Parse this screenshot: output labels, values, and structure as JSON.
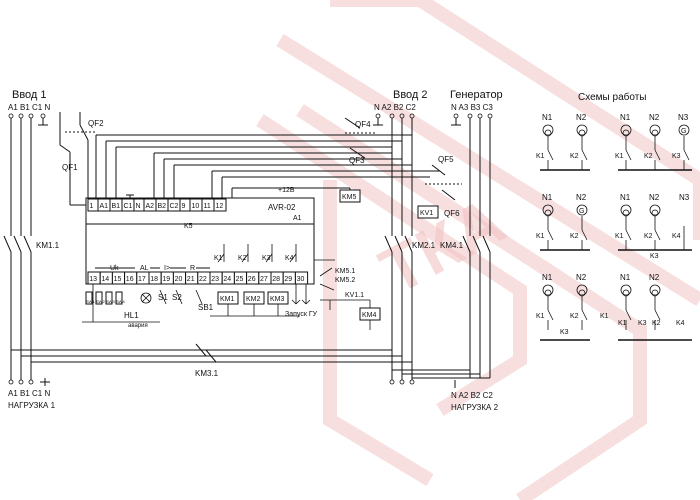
{
  "inputs": {
    "vvod1": {
      "title": "Ввод 1",
      "phases": "A1 B1 C1 N"
    },
    "vvod2": {
      "title": "Ввод 2",
      "phases": "N  A2 B2 C2"
    },
    "generator": {
      "title": "Генератор",
      "phases": "N  A3 B3 C3"
    }
  },
  "breakers": {
    "qf1": "QF1",
    "qf2": "QF2",
    "qf3": "QF3",
    "qf4": "QF4",
    "qf5": "QF5",
    "qf6": "QF6"
  },
  "contactors": {
    "km11": "KM1.1",
    "km21": "KM2.1",
    "km41": "KM4.1",
    "km31": "KM3.1",
    "kv11": "KV1.1",
    "km51": "KM5.1",
    "km52": "KM5.2"
  },
  "relay_boxes": {
    "km5": "KM5",
    "kv1": "KV1",
    "km4": "KM4"
  },
  "device": {
    "name": "AVR-02",
    "designation": "A1",
    "supply": "+12В",
    "top_terminals": [
      "1",
      "A1",
      "B1",
      "C1",
      "N",
      "A2",
      "B2",
      "C2",
      "9",
      "10",
      "11",
      "12"
    ],
    "bottom_terminals": [
      "13",
      "14",
      "15",
      "16",
      "17",
      "18",
      "19",
      "20",
      "21",
      "22",
      "23",
      "24",
      "25",
      "26",
      "27",
      "28",
      "29",
      "30"
    ],
    "labels": {
      "uk": "Uk",
      "al": "AL",
      "ir": "I>",
      "r": "R"
    },
    "relays": [
      "K1",
      "K2",
      "K3",
      "K4"
    ],
    "coils": [
      "KM1",
      "KM2",
      "KM3"
    ],
    "k5": "K5",
    "start_gen": "Запуск ГУ"
  },
  "controls": {
    "switches": [
      "SW1",
      "SW2",
      "SW3",
      "SW4"
    ],
    "hl1": "HL1",
    "alarm": "авария",
    "s1": "S1",
    "s2": "S2",
    "sb1": "SB1"
  },
  "loads": {
    "load1_phases": "A1 B1 C1 N",
    "load1": "НАГРУЗКА 1",
    "load2_phases": "N  A2 B2 C2",
    "load2": "НАГРУЗКА 2"
  },
  "schemes": {
    "title": "Схемы работы",
    "n1": "N1",
    "n2": "N2",
    "n3": "N3",
    "k1": "K1",
    "k2": "K2",
    "k3": "K3",
    "k4": "K4"
  },
  "watermark": "ТКА"
}
